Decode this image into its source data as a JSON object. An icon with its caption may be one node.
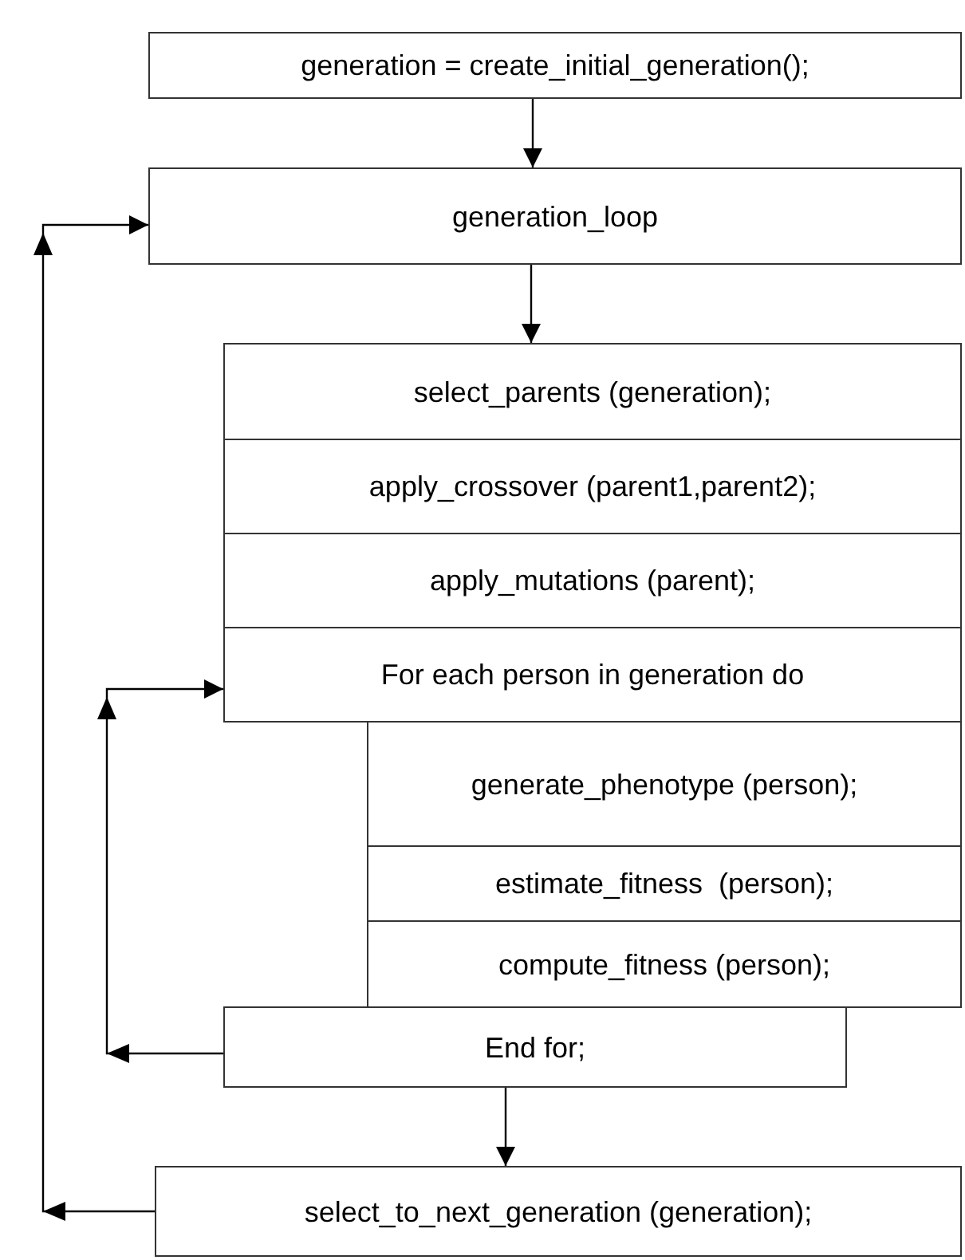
{
  "diagram": {
    "nodes": [
      {
        "text": [
          "generation = create_initial_generation();"
        ]
      },
      {
        "text": [
          "generation_loop"
        ]
      },
      {
        "text": [
          "select_parents (generation);"
        ]
      },
      {
        "text": [
          "apply_crossover (parent1,parent2);"
        ]
      },
      {
        "text": [
          "apply_mutations (parent);"
        ]
      },
      {
        "text": [
          "For each person in generation do"
        ]
      },
      {
        "text": [
          "generate_phenotype (person);"
        ]
      },
      {
        "text": [
          "estimate_fitness  (person);"
        ]
      },
      {
        "text": [
          "compute_fitness (person);"
        ]
      },
      {
        "text": [
          "End for;"
        ]
      },
      {
        "text": [
          "select_to_next_generation (generation);"
        ]
      }
    ],
    "edges": [
      {
        "from": 0,
        "to": 1,
        "arrow": "to"
      },
      {
        "from": 1,
        "to": 2,
        "arrow": "to"
      },
      {
        "from": 9,
        "to": 10,
        "arrow": "to"
      },
      {
        "from": 9,
        "to": 5,
        "arrow": "to"
      },
      {
        "from": 10,
        "to": 1,
        "arrow": "to"
      }
    ]
  }
}
